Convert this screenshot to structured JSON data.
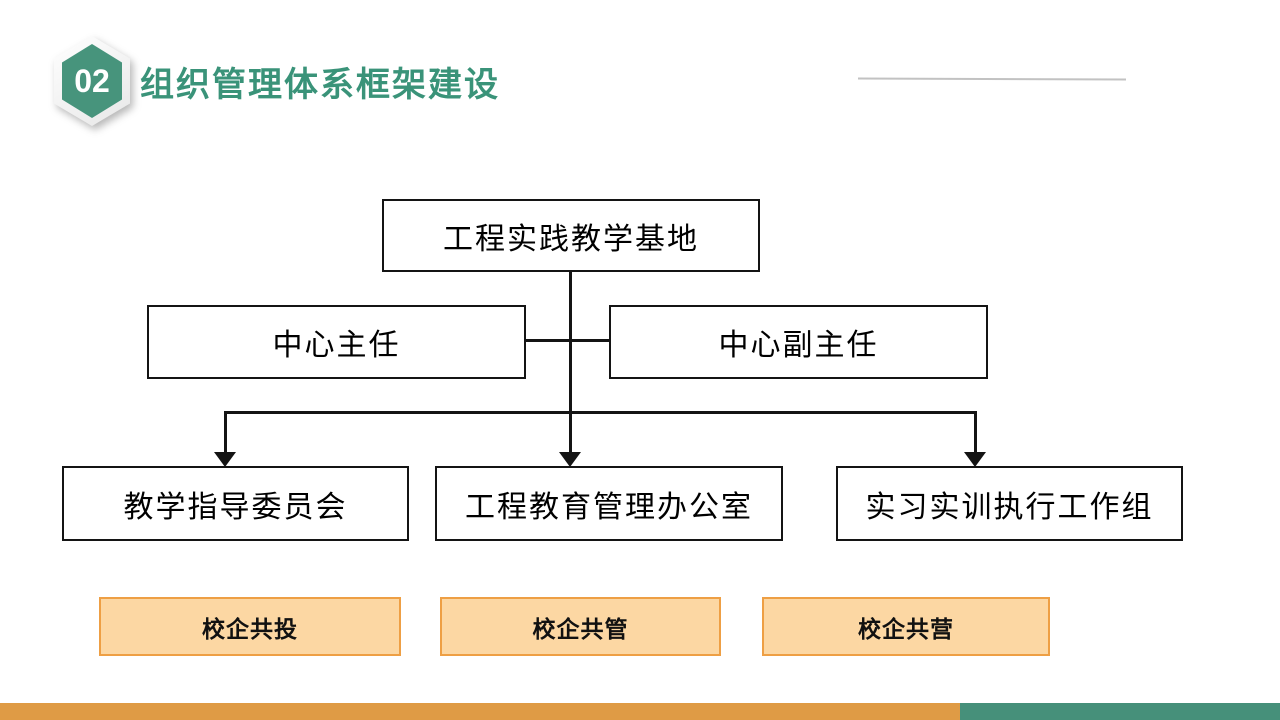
{
  "slide": {
    "badge": "02",
    "title": "组织管理体系框架建设"
  },
  "org_chart": {
    "root": "工程实践教学基地",
    "level2": [
      "中心主任",
      "中心副主任"
    ],
    "level3": [
      "教学指导委员会",
      "工程教育管理办公室",
      "实习实训执行工作组"
    ],
    "footer_tags": [
      "校企共投",
      "校企共管",
      "校企共营"
    ]
  },
  "colors": {
    "brand_green": "#3A9379",
    "hexagon_green": "#47947C",
    "bottom_bar_orange": "#DF9B45",
    "bottom_bar_green": "#46907A",
    "tag_fill": "#FCD7A3",
    "tag_border": "#EE9F44",
    "diagram_line": "#141414",
    "decor_line_gray": "#C2C2C2"
  }
}
